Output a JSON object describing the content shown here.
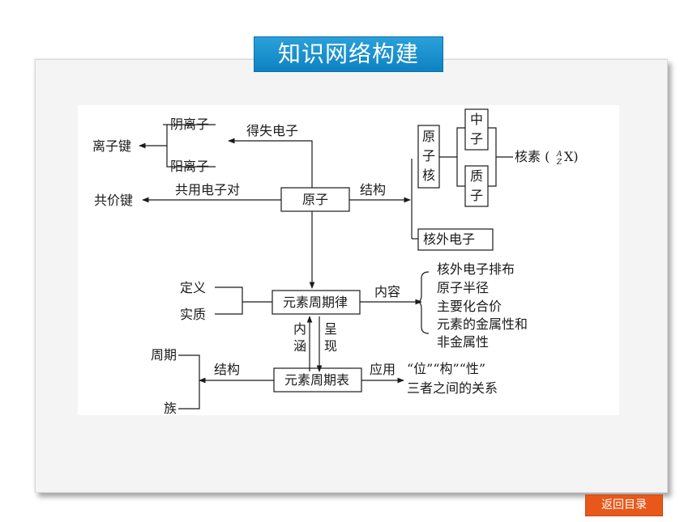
{
  "title": "知识网络构建",
  "back_button": "返回目录",
  "diagram": {
    "ion_bond": "离子键",
    "anion": "阴离子",
    "cation": "阳离子",
    "gain_lose_electrons": "得失电子",
    "covalent_bond": "共价键",
    "shared_electron_pair": "共用电子对",
    "atom": "原子",
    "structure": "结构",
    "nucleus_1": "原",
    "nucleus_2": "子",
    "nucleus_3": "核",
    "neutron_1": "中",
    "neutron_2": "子",
    "proton_1": "质",
    "proton_2": "子",
    "nuclide": "核素 (",
    "nuclide_a": "A",
    "nuclide_z": "Z",
    "nuclide_x": "X)",
    "extranuclear_electron": "核外电子",
    "definition": "定义",
    "essence": "实质",
    "periodic_law": "元素周期律",
    "content": "内容",
    "content_items": [
      "核外电子排布",
      "原子半径",
      "主要化合价",
      "元素的金属性和",
      "非金属性"
    ],
    "connotation_1": "内",
    "connotation_2": "涵",
    "present_1": "呈",
    "present_2": "现",
    "period": "周期",
    "group": "族",
    "structure_2": "结构",
    "periodic_table": "元素周期表",
    "application": "应用",
    "relation_1": "“位”“构”“性”",
    "relation_2": "三者之间的关系"
  }
}
